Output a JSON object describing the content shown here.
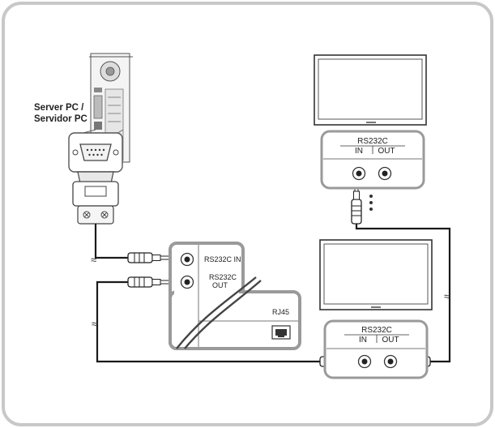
{
  "server_pc": {
    "line1": "Server PC /",
    "line2": "Servidor PC"
  },
  "module": {
    "rs232c_in": "RS232C IN",
    "rs232c_out_1": "RS232C",
    "rs232c_out_2": "OUT",
    "rj45": "RJ45"
  },
  "display_top": {
    "panel_title": "RS232C",
    "in_label": "IN",
    "out_label": "OUT"
  },
  "display_bottom": {
    "panel_title": "RS232C",
    "in_label": "IN",
    "out_label": "OUT"
  },
  "cable_break_symbol": "≈",
  "colors": {
    "frame_border": "#c8c8c8",
    "panel_border": "#9a9a9a",
    "cable": "#1a1a1a",
    "device_line": "#444444"
  }
}
